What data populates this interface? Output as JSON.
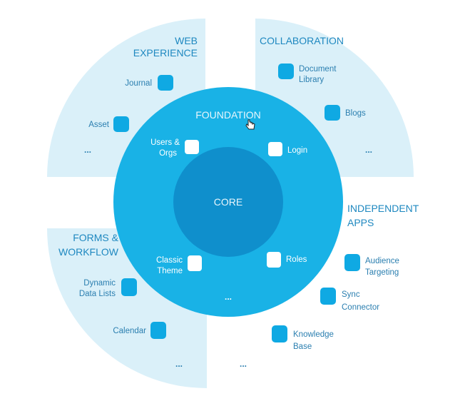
{
  "colors": {
    "quadrant": "#daf0f9",
    "foundation": "#19b2e6",
    "core": "#0f8fcc",
    "module": "#0fa9e3",
    "module_light": "#ffffff",
    "text": "#1e88c0"
  },
  "core": {
    "title": "CORE"
  },
  "foundation": {
    "title": "FOUNDATION",
    "items": [
      {
        "line1": "Users &",
        "line2": "Orgs"
      },
      {
        "line1": "Login"
      },
      {
        "line1": "Classic",
        "line2": "Theme"
      },
      {
        "line1": "Roles"
      }
    ],
    "more": "..."
  },
  "web_experience": {
    "title1": "WEB",
    "title2": "EXPERIENCE",
    "items": [
      {
        "line1": "Journal"
      },
      {
        "line1": "Asset"
      }
    ],
    "more": "..."
  },
  "collaboration": {
    "title": "COLLABORATION",
    "items": [
      {
        "line1": "Document",
        "line2": "Library"
      },
      {
        "line1": "Blogs"
      }
    ],
    "more": "..."
  },
  "forms_workflow": {
    "title1": "FORMS &",
    "title2": "WORKFLOW",
    "items": [
      {
        "line1": "Dynamic",
        "line2": "Data Lists"
      },
      {
        "line1": "Calendar"
      }
    ],
    "more": "..."
  },
  "independent_apps": {
    "title1": "INDEPENDENT",
    "title2": "APPS",
    "items": [
      {
        "line1": "Audience",
        "line2": "Targeting"
      },
      {
        "line1": "Sync",
        "line2": "Connector"
      },
      {
        "line1": "Knowledge",
        "line2": "Base"
      }
    ],
    "more": "..."
  }
}
